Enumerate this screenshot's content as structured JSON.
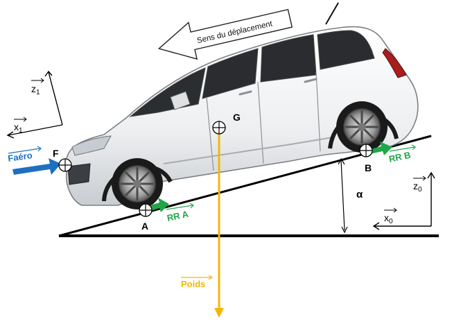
{
  "direction_label": "Sens du déplacement",
  "points": {
    "F": "F",
    "G": "G",
    "A": "A",
    "B": "B"
  },
  "forces": {
    "faero": "Faéro",
    "rr_a": "RR A",
    "rr_b": "RR B",
    "poids": "Poids"
  },
  "axes": {
    "z1": {
      "main": "z",
      "sub": "1"
    },
    "x1": {
      "main": "x",
      "sub": "1"
    },
    "z0": {
      "main": "z",
      "sub": "0"
    },
    "x0": {
      "main": "x",
      "sub": "0"
    }
  },
  "angle_label": "α",
  "colors": {
    "faero": "#1f6fc1",
    "green": "#1fa64a",
    "poids": "#f2b705",
    "line": "#000000",
    "car_body": "#f4f5f6"
  }
}
